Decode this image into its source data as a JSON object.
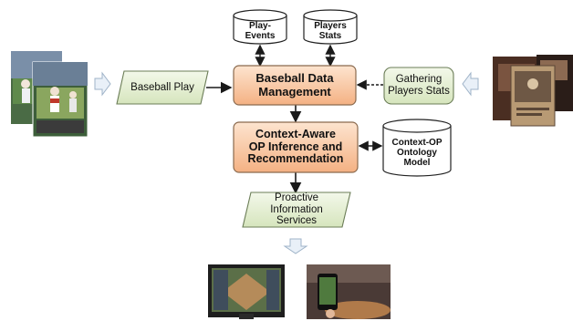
{
  "diagram": {
    "nodes": {
      "play_events": {
        "label_line1": "Play-",
        "label_line2": "Events"
      },
      "players_stats": {
        "label_line1": "Players",
        "label_line2": "Stats"
      },
      "data_management": {
        "label_line1": "Baseball Data",
        "label_line2": "Management"
      },
      "baseball_play": {
        "label": "Baseball Play"
      },
      "gathering_stats": {
        "label_line1": "Gathering",
        "label_line2": "Players Stats"
      },
      "inference": {
        "label_line1": "Context-Aware",
        "label_line2": "OP Inference and",
        "label_line3": "Recommendation"
      },
      "ontology": {
        "label_line1": "Context-OP",
        "label_line2": "Ontology",
        "label_line3": "Model"
      },
      "proactive": {
        "label_line1": "Proactive Information",
        "label_line2": "Services"
      }
    }
  },
  "colors": {
    "process_fill_top": "#fde4cf",
    "process_fill_bottom": "#f4b183",
    "process_stroke": "#8a6a4e",
    "io_fill_top": "#f3f8ea",
    "io_fill_bottom": "#d6e5bd",
    "io_stroke": "#6b7d57",
    "arrow": "#1a1a1a",
    "hollow_arrow_fill": "#e9f0f8",
    "hollow_arrow_stroke": "#9fb3c8"
  }
}
